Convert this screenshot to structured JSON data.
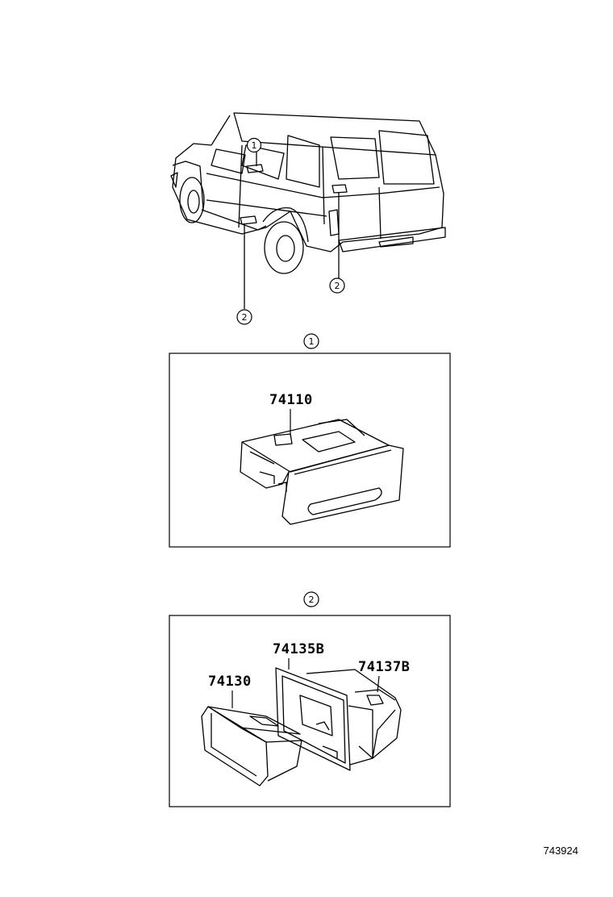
{
  "callouts": {
    "one": "1",
    "two": "2"
  },
  "panel_1": {
    "callout": "1",
    "part_number": "74110"
  },
  "panel_2": {
    "callout": "2",
    "part_numbers": {
      "ashtray": "74130",
      "frame": "74135B",
      "housing": "74137B"
    }
  },
  "diagram_code": "743924"
}
